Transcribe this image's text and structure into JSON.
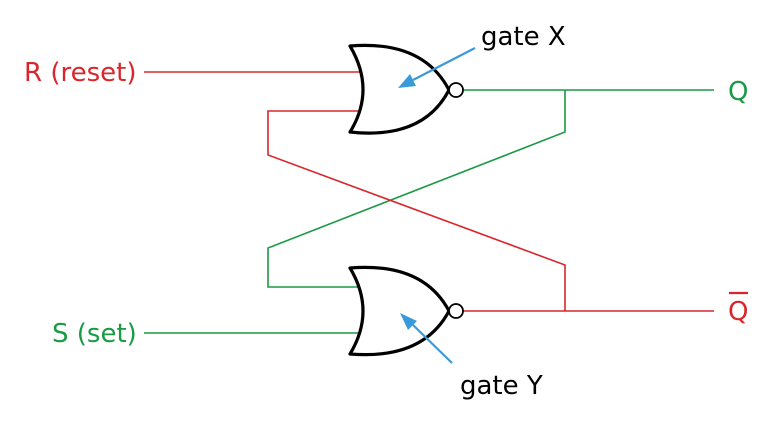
{
  "labels": {
    "r_input": "R (reset)",
    "s_input": "S (set)",
    "q_output": "Q",
    "q_bar_output": "Q",
    "gate_x": "gate X",
    "gate_y": "gate Y"
  },
  "colors": {
    "reset_wire": "#d9262b",
    "set_wire": "#1a9a45",
    "callout_arrow": "#3a9ad9",
    "gate_outline": "#000000"
  }
}
